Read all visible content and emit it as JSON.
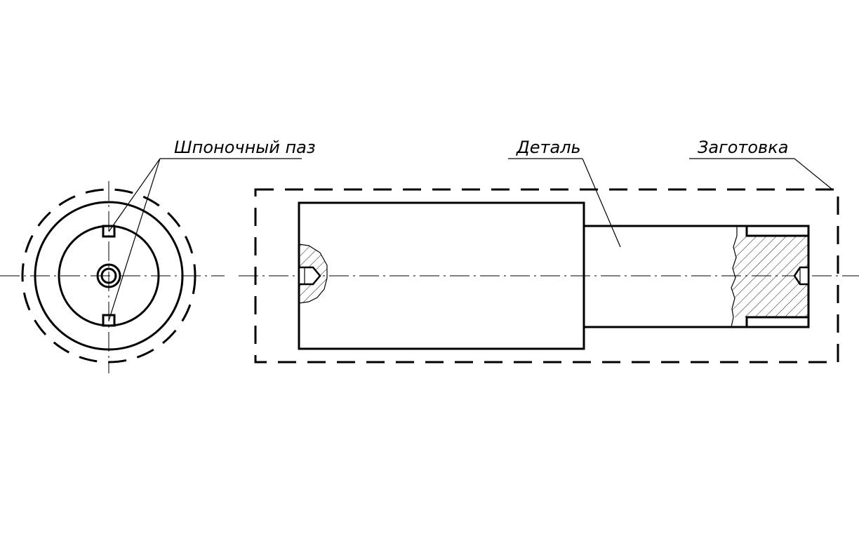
{
  "labels": {
    "keyway": "Шпоночный паз",
    "part": "Деталь",
    "blank": "Заготовка"
  }
}
